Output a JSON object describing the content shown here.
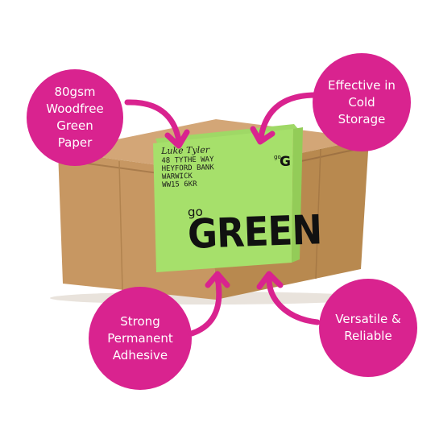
{
  "colors": {
    "accent": "#d9238f",
    "label": "#a6e06b",
    "kraft": "#c69663",
    "kraft_dark": "#a97c4c",
    "kraft_light": "#d7ac7d"
  },
  "callouts": [
    {
      "lines": [
        "80gsm",
        "Woodfree",
        "Green",
        "Paper"
      ]
    },
    {
      "lines": [
        "Effective in",
        "Cold",
        "Storage"
      ]
    },
    {
      "lines": [
        "Strong",
        "Permanent",
        "Adhesive"
      ]
    },
    {
      "lines": [
        "Versatile &",
        "Reliable"
      ]
    }
  ],
  "label": {
    "address": {
      "name": "Luke Tyler",
      "line1": "48 TYTHE WAY",
      "line2": "HEYFORD BANK",
      "line3": "WARWICK",
      "line4": "WW15 6KR"
    },
    "slogan_prefix": "go",
    "slogan": "GREEN",
    "logo_prefix": "go",
    "logo_letter": "G"
  },
  "icons": [
    "curved-arrow-icon"
  ]
}
